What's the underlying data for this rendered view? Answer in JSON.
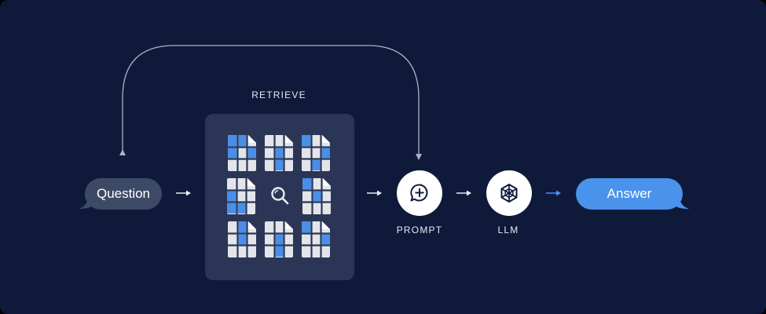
{
  "diagram": {
    "retrieve_label": "RETRIEVE",
    "question_label": "Question",
    "prompt_label": "PROMPT",
    "llm_label": "LLM",
    "answer_label": "Answer"
  },
  "colors": {
    "background": "#0f193a",
    "panel": "#2b3656",
    "question_bubble": "#3d4a66",
    "answer_bubble": "#4a93ec",
    "grid_blue": "#4a8fe7",
    "grid_gray": "#e3e5ea",
    "arrow_white": "#e8ebf2",
    "arrow_blue": "#4a93ec"
  },
  "icons": {
    "prompt": "chat-bubble-plus-icon",
    "llm": "hexagon-mesh-icon",
    "search": "magnifier-icon",
    "documents": "document-grid-icon"
  }
}
